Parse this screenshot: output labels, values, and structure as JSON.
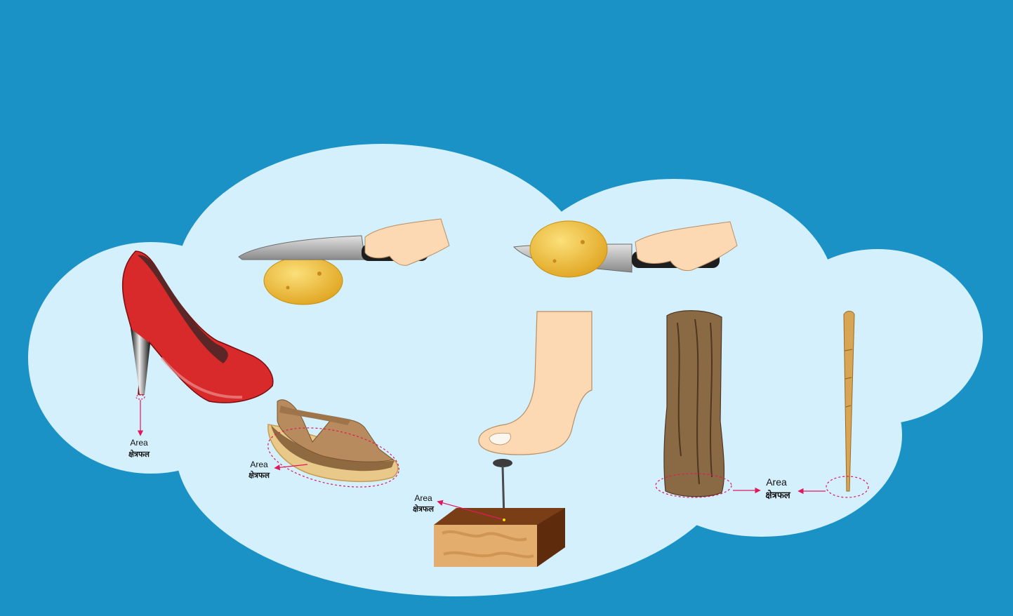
{
  "colors": {
    "background": "#1a92c6",
    "cloud": "#d4f0fc",
    "area_marker": "#e0185c",
    "shoe_red": "#d82a2a",
    "potato": "#f2c23a",
    "skin": "#fcd9b2",
    "wood": "#8a6a45",
    "brick": "#7a3e16"
  },
  "icons": [
    "high-heel-shoe-icon",
    "flat-sandal-icon",
    "knife-blunt-side-cutting-potato-icon",
    "knife-sharp-edge-cutting-potato-icon",
    "thumb-pressing-pin-icon",
    "pin-icon",
    "wooden-block-icon",
    "thick-wooden-stick-icon",
    "thin-pointed-stick-icon"
  ],
  "labels": {
    "heel": {
      "en": "Area",
      "np": "क्षेत्रफल"
    },
    "sandal": {
      "en": "Area",
      "np": "क्षेत्रफल"
    },
    "pin": {
      "en": "Area",
      "np": "क्षेत्रफल"
    },
    "sticks": {
      "en": "Area",
      "np": "क्षेत्रफल"
    }
  }
}
